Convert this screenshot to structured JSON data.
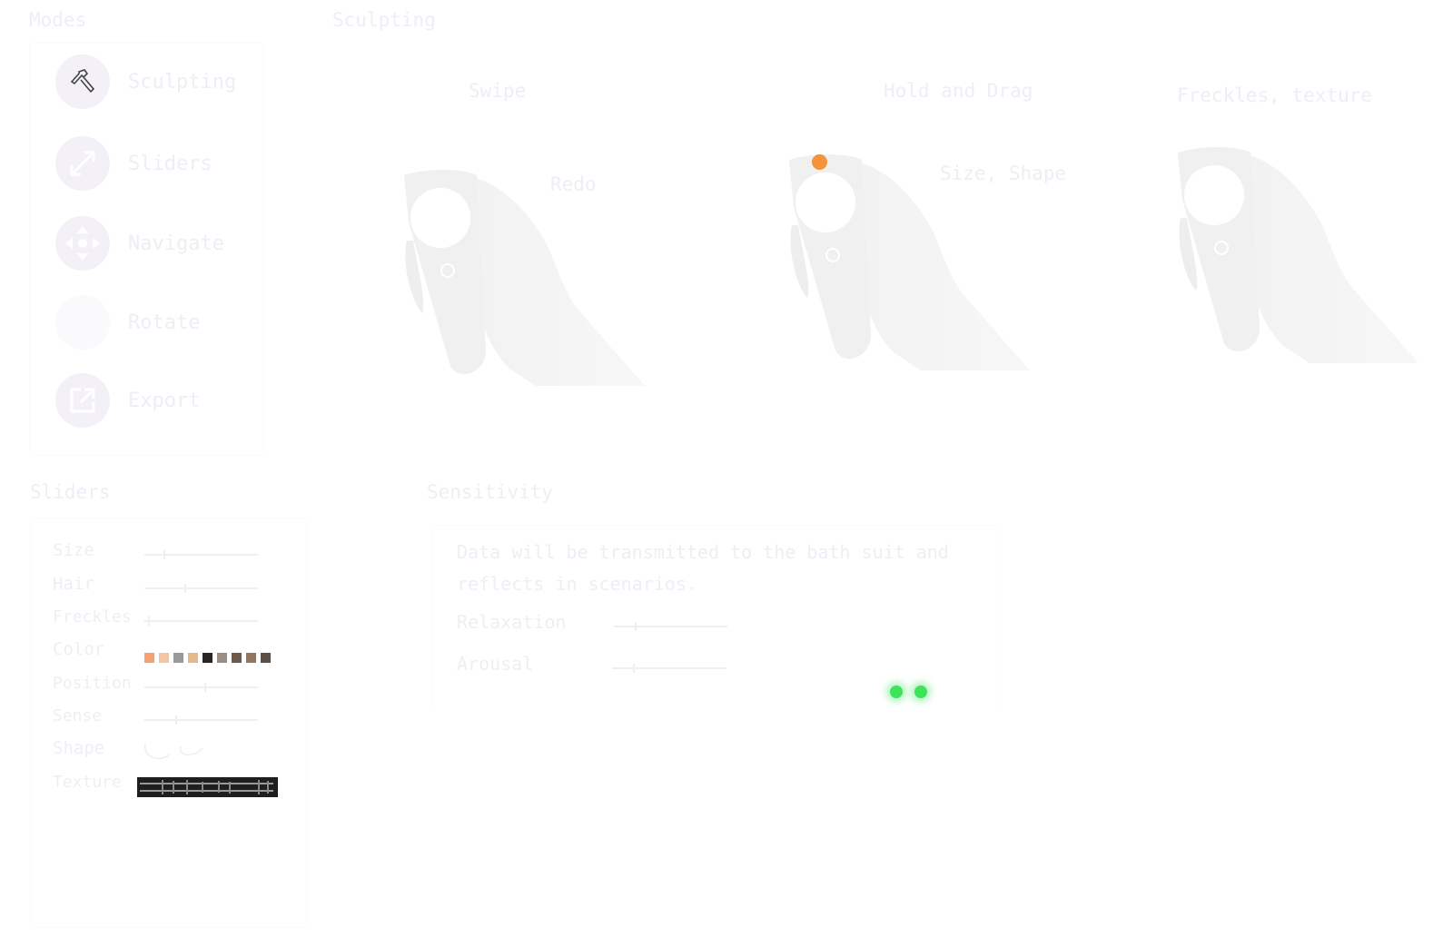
{
  "modes": {
    "title": "Modes",
    "items": [
      {
        "label": "Sculpting",
        "icon": "hammer-icon"
      },
      {
        "label": "Sliders",
        "icon": "expand-arrows-icon"
      },
      {
        "label": "Navigate",
        "icon": "move-arrows-icon"
      },
      {
        "label": "Rotate",
        "icon": "rotate-icon"
      },
      {
        "label": "Export",
        "icon": "export-icon"
      }
    ]
  },
  "sculpting": {
    "title": "Sculpting",
    "labels": {
      "swipe": "Swipe",
      "redo": "Redo",
      "hold_drag": "Hold and Drag",
      "size_shape": "Size, Shape",
      "freckles_texture": "Freckles, texture"
    }
  },
  "sliders": {
    "title": "Sliders",
    "items": [
      {
        "label": "Size",
        "value": 0.17
      },
      {
        "label": "Hair",
        "value": 0.35
      },
      {
        "label": "Freckles",
        "value": 0.03
      },
      {
        "label": "Color",
        "swatches": [
          "#f9a070",
          "#f5c4a0",
          "#999999",
          "#e6b98c",
          "#2a2522",
          "#9a8e84",
          "#6b5a4b",
          "#927660",
          "#5c5046"
        ]
      },
      {
        "label": "Position",
        "value": 0.53
      },
      {
        "label": "Sense",
        "value": 0.27
      },
      {
        "label": "Shape"
      },
      {
        "label": "Texture"
      }
    ]
  },
  "sensitivity": {
    "title": "Sensitivity",
    "description": "Data will be transmitted to the bath suit and reflects in scenarios.",
    "items": [
      {
        "label": "Relaxation",
        "value": 0.18
      },
      {
        "label": "Arousal",
        "value": 0.18
      }
    ]
  },
  "colors": {
    "accent_orange": "#f5923a",
    "status_green": "#3de35a"
  }
}
